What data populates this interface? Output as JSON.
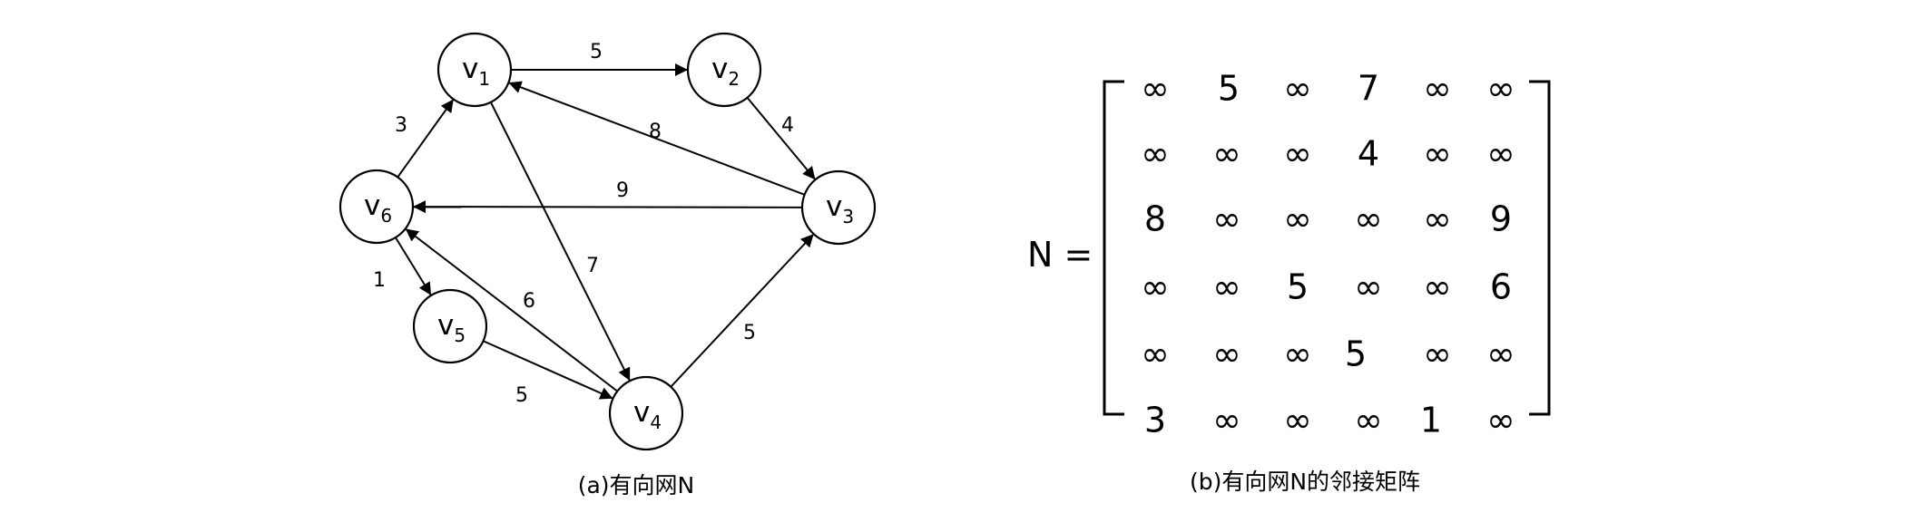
{
  "graph": {
    "nodes": [
      {
        "id": "v1",
        "name": "v",
        "sub": "1"
      },
      {
        "id": "v2",
        "name": "v",
        "sub": "2"
      },
      {
        "id": "v3",
        "name": "v",
        "sub": "3"
      },
      {
        "id": "v4",
        "name": "v",
        "sub": "4"
      },
      {
        "id": "v5",
        "name": "v",
        "sub": "5"
      },
      {
        "id": "v6",
        "name": "v",
        "sub": "6"
      }
    ],
    "edges": [
      {
        "from": "v1",
        "to": "v2",
        "weight": "5"
      },
      {
        "from": "v2",
        "to": "v3",
        "weight": "4"
      },
      {
        "from": "v3",
        "to": "v1",
        "weight": "8"
      },
      {
        "from": "v3",
        "to": "v6",
        "weight": "9"
      },
      {
        "from": "v1",
        "to": "v4",
        "weight": "7"
      },
      {
        "from": "v6",
        "to": "v1",
        "weight": "3"
      },
      {
        "from": "v6",
        "to": "v5",
        "weight": "1"
      },
      {
        "from": "v4",
        "to": "v6",
        "weight": "6"
      },
      {
        "from": "v5",
        "to": "v4",
        "weight": "5"
      },
      {
        "from": "v4",
        "to": "v3",
        "weight": "5"
      }
    ],
    "caption": "(a)有向网N"
  },
  "matrix": {
    "label": "N =",
    "rows": [
      [
        "∞",
        "5",
        "∞",
        "7",
        "∞",
        "∞"
      ],
      [
        "∞",
        "∞",
        "∞",
        "4",
        "∞",
        "∞"
      ],
      [
        "8",
        "∞",
        "∞",
        "∞",
        "∞",
        "9"
      ],
      [
        "∞",
        "∞",
        "5",
        "∞",
        "∞",
        "6"
      ],
      [
        "∞",
        "∞",
        "∞",
        "5",
        "∞",
        "∞"
      ],
      [
        "3",
        "∞",
        "∞",
        "∞",
        "1",
        "∞"
      ]
    ],
    "caption": "(b)有向网N的邻接矩阵"
  }
}
